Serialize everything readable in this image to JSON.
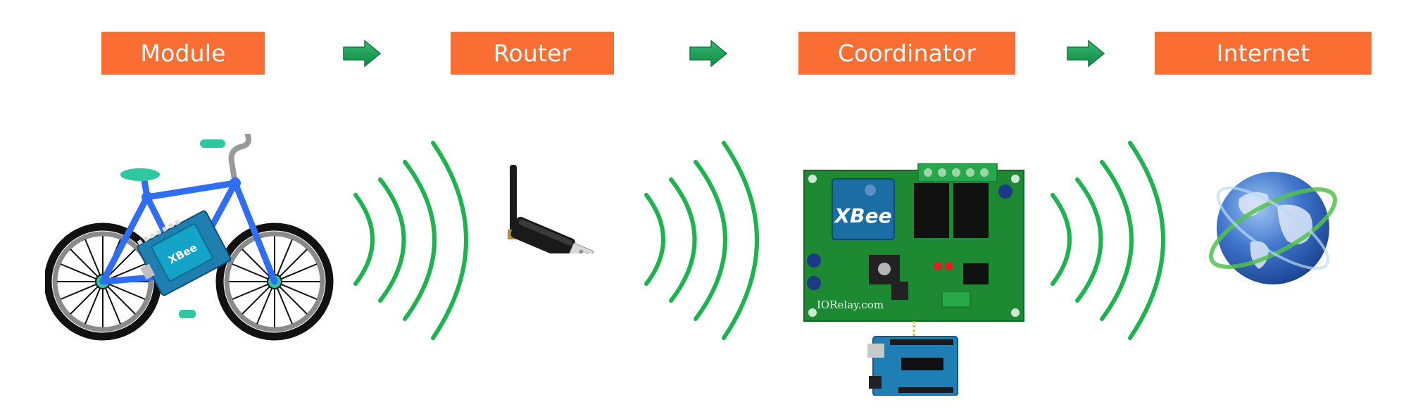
{
  "stages": [
    {
      "label": "Module"
    },
    {
      "label": "Router"
    },
    {
      "label": "Coordinator"
    },
    {
      "label": "Internet"
    }
  ],
  "colors": {
    "label_bg": "#fa6d33",
    "label_text": "#ffffff",
    "arrow": "#1fa15a",
    "wave": "#1db34f"
  },
  "images": {
    "bike_frame": "bicycle-with-arduino-xbee-illustration",
    "usb_dongle": "usb-wireless-dongle-with-antenna",
    "relay_board": "xbee-relay-board-ioreley",
    "board_logo_text": "IORelay.com",
    "xbee_chip_text": "XBee",
    "globe": "globe-with-ring-icon"
  }
}
